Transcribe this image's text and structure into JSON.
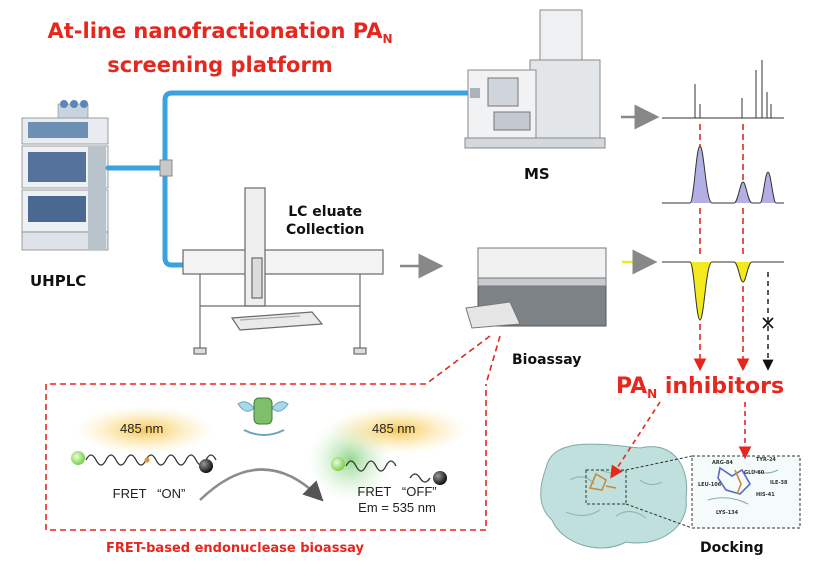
{
  "title": {
    "line1_main": "At-line nanofractionation PA",
    "line1_sub": "N",
    "line2": "screening platform"
  },
  "labels": {
    "uhplc": "UHPLC",
    "collection_line1": "LC eluate",
    "collection_line2": "Collection",
    "ms": "MS",
    "bioassay": "Bioassay",
    "docking": "Docking"
  },
  "inhibitors": {
    "main": "PA",
    "sub": "N",
    "rest": " inhibitors"
  },
  "fret": {
    "wavelength_left": "485 nm",
    "wavelength_right": "485 nm",
    "on_label": "FRET   “ON”",
    "off_label": "FRET   “OFF”",
    "em_label": "Em = 535 nm",
    "panel_title": "FRET-based endonuclease bioassay"
  },
  "residues": [
    "ARG-84",
    "TYR-24",
    "GLU-80",
    "ILE-38",
    "LEU-106",
    "HIS-41",
    "LYS-134"
  ],
  "colors": {
    "accent_red": "#e5271e",
    "flow_blue": "#3aa2e0",
    "ms_peak": "#9b96d8",
    "bio_peak": "#f2ea1c",
    "protein": "#bfe0dc"
  }
}
